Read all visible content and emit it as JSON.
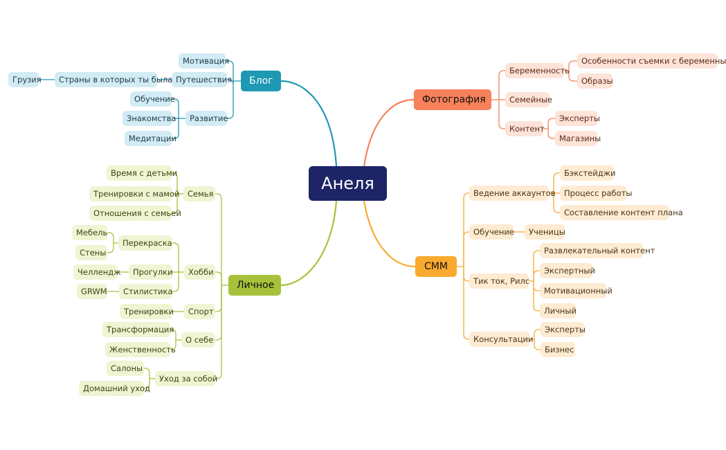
{
  "center": "Анеля",
  "colors": {
    "blog": "#1e98b3",
    "photo": "#f7815a",
    "smm": "#f8aa30",
    "personal": "#a7c23a",
    "center": "#1d2566"
  },
  "blog": {
    "label": "Блог",
    "motivation": "Мотивация",
    "travel": "Путешествия",
    "countries": "Страны в которых ты была",
    "georgia": "Грузия",
    "development": "Развитие",
    "learning": "Обучение",
    "dating": "Знакомства",
    "meditation": "Медитации"
  },
  "photo": {
    "label": "Фотография",
    "pregnancy": "Беременность",
    "pregnancy_features": "Особенности съемки с беременными",
    "images": "Образы",
    "family": "Семейные",
    "content": "Контент",
    "experts": "Эксперты",
    "shops": "Магазины"
  },
  "smm": {
    "label": "СММ",
    "accounts": "Ведение аккаунтов",
    "backstage": "Бэкстейджи",
    "workflow": "Процесс работы",
    "content_plan": "Составление контент плана",
    "learning": "Обучение",
    "students": "Ученицы",
    "tiktok": "Тик ток, Рилс",
    "entertainment": "Развлекательный контент",
    "expert": "Экспертный",
    "motivational": "Мотивационный",
    "personal": "Личный",
    "consultations": "Консультации",
    "experts": "Эксперты",
    "business": "Бизнес"
  },
  "personal": {
    "label": "Личное",
    "family": "Семья",
    "kids_time": "Время с детьми",
    "mom_training": "Тренировки с мамой",
    "family_relations": "Отношения с семьей",
    "hobby": "Хобби",
    "repaint": "Перекраска",
    "furniture": "Мебель",
    "walls": "Стены",
    "walks": "Прогулки",
    "challenge": "Челлендж",
    "stylistics": "Стилистика",
    "grwm": "GRWM",
    "sport": "Спорт",
    "trainings": "Тренировки",
    "about_me": "О себе",
    "transformation": "Трансформация",
    "femininity": "Женственность",
    "self_care": "Уход за собой",
    "salons": "Салоны",
    "home_care": "Домашний уход"
  }
}
